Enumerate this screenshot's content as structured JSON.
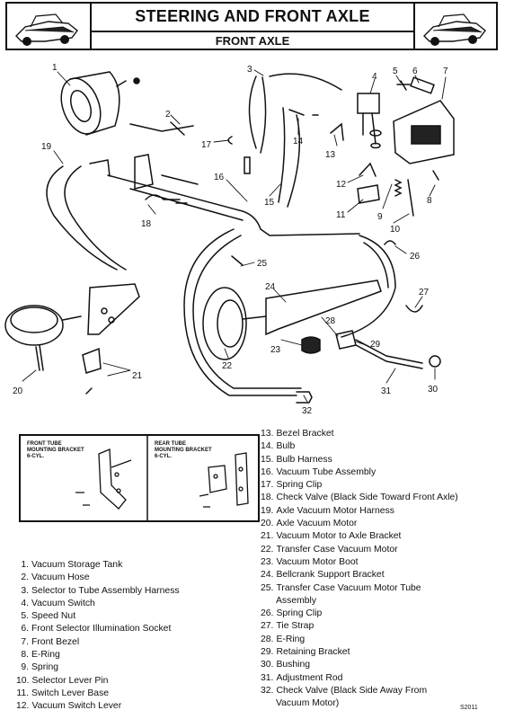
{
  "header": {
    "title": "STEERING AND FRONT AXLE",
    "subtitle": "FRONT AXLE"
  },
  "callouts": [
    "1",
    "2",
    "3",
    "4",
    "5",
    "6",
    "7",
    "8",
    "9",
    "10",
    "11",
    "12",
    "13",
    "14",
    "15",
    "16",
    "17",
    "18",
    "19",
    "20",
    "21",
    "22",
    "23",
    "24",
    "25",
    "26",
    "27",
    "28",
    "29",
    "30",
    "31",
    "32"
  ],
  "insets": {
    "left_title": [
      "FRONT TUBE",
      "MOUNTING BRACKET",
      "6-CYL."
    ],
    "right_title": [
      "REAR TUBE",
      "MOUNTING BRACKET",
      "6-CYL."
    ]
  },
  "legend_left": [
    {
      "num": "1.",
      "text": "Vacuum Storage Tank"
    },
    {
      "num": "2.",
      "text": "Vacuum Hose"
    },
    {
      "num": "3.",
      "text": "Selector to Tube Assembly Harness"
    },
    {
      "num": "4.",
      "text": "Vacuum Switch"
    },
    {
      "num": "5.",
      "text": "Speed Nut"
    },
    {
      "num": "6.",
      "text": "Front Selector Illumination Socket"
    },
    {
      "num": "7.",
      "text": "Front Bezel"
    },
    {
      "num": "8.",
      "text": "E-Ring"
    },
    {
      "num": "9.",
      "text": "Spring"
    },
    {
      "num": "10.",
      "text": "Selector Lever Pin"
    },
    {
      "num": "11.",
      "text": "Switch Lever Base"
    },
    {
      "num": "12.",
      "text": "Vacuum Switch Lever"
    }
  ],
  "legend_right": [
    {
      "num": "13.",
      "text": "Bezel Bracket"
    },
    {
      "num": "14.",
      "text": "Bulb"
    },
    {
      "num": "15.",
      "text": "Bulb Harness"
    },
    {
      "num": "16.",
      "text": "Vacuum Tube Assembly"
    },
    {
      "num": "17.",
      "text": "Spring Clip"
    },
    {
      "num": "18.",
      "text": "Check Valve (Black Side Toward Front Axle)"
    },
    {
      "num": "19.",
      "text": "Axle Vacuum Motor Harness"
    },
    {
      "num": "20.",
      "text": "Axle Vacuum Motor"
    },
    {
      "num": "21.",
      "text": "Vacuum Motor to Axle Bracket"
    },
    {
      "num": "22.",
      "text": "Transfer Case Vacuum Motor"
    },
    {
      "num": "23.",
      "text": "Vacuum Motor Boot"
    },
    {
      "num": "24.",
      "text": "Bellcrank Support Bracket"
    },
    {
      "num": "25.",
      "text": "Transfer Case Vacuum Motor Tube",
      "cont": "Assembly"
    },
    {
      "num": "26.",
      "text": "Spring Clip"
    },
    {
      "num": "27.",
      "text": "Tie Strap"
    },
    {
      "num": "28.",
      "text": "E-Ring"
    },
    {
      "num": "29.",
      "text": "Retaining Bracket"
    },
    {
      "num": "30.",
      "text": "Bushing"
    },
    {
      "num": "31.",
      "text": "Adjustment Rod"
    },
    {
      "num": "32.",
      "text": "Check Valve (Black Side Away From",
      "cont": "Vacuum Motor)"
    }
  ],
  "figure_code": "S2011"
}
